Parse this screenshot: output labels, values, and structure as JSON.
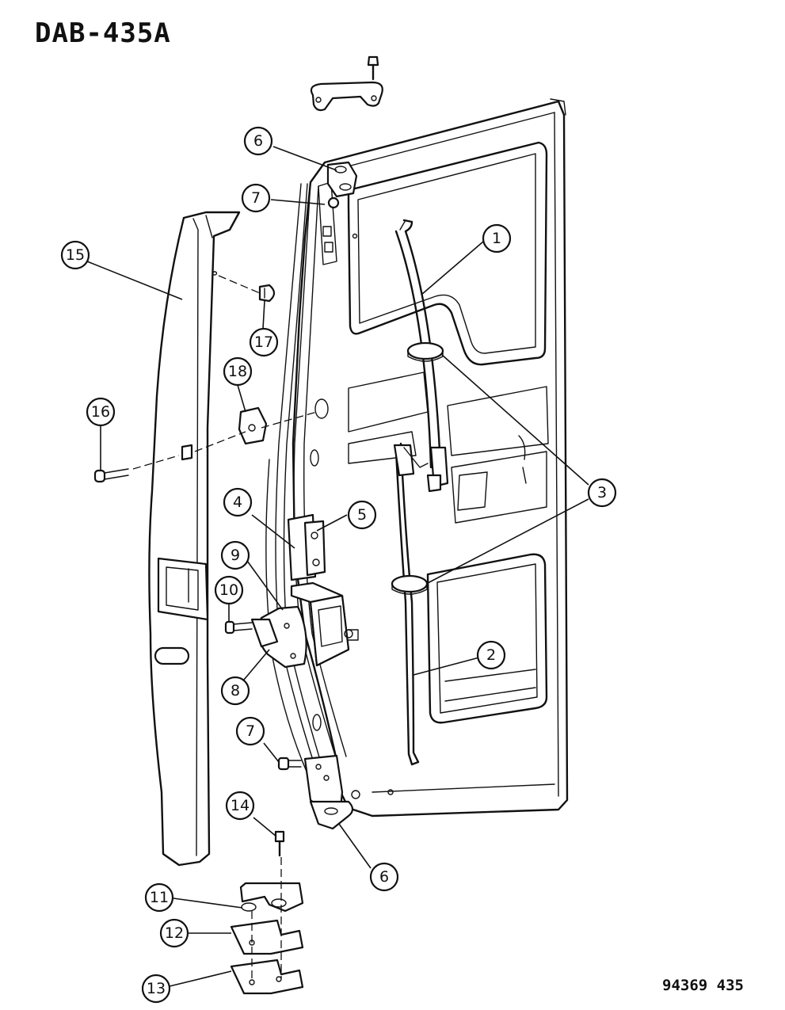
{
  "diagram": {
    "title": "DAB-435A",
    "drawing_code": "94369 435",
    "callouts": [
      {
        "id": "c1",
        "label": "1"
      },
      {
        "id": "c2",
        "label": "2"
      },
      {
        "id": "c3",
        "label": "3"
      },
      {
        "id": "c4",
        "label": "4"
      },
      {
        "id": "c5",
        "label": "5"
      },
      {
        "id": "c6a",
        "label": "6"
      },
      {
        "id": "c6b",
        "label": "6"
      },
      {
        "id": "c7a",
        "label": "7"
      },
      {
        "id": "c7b",
        "label": "7"
      },
      {
        "id": "c8",
        "label": "8"
      },
      {
        "id": "c9",
        "label": "9"
      },
      {
        "id": "c10",
        "label": "10"
      },
      {
        "id": "c11",
        "label": "11"
      },
      {
        "id": "c12",
        "label": "12"
      },
      {
        "id": "c13",
        "label": "13"
      },
      {
        "id": "c14",
        "label": "14"
      },
      {
        "id": "c15",
        "label": "15"
      },
      {
        "id": "c16",
        "label": "16"
      },
      {
        "id": "c17",
        "label": "17"
      },
      {
        "id": "c18",
        "label": "18"
      }
    ]
  }
}
